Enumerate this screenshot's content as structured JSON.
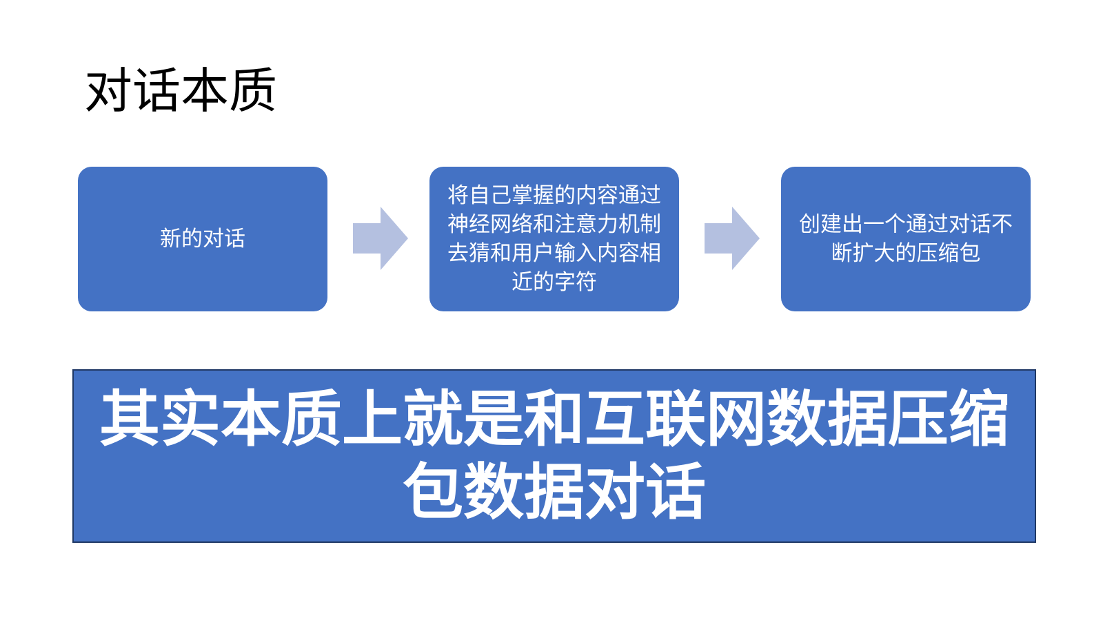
{
  "slide": {
    "title": "对话本质",
    "steps": [
      {
        "text": "新的对话"
      },
      {
        "text": "将自己掌握的内容通过神经网络和注意力机制去猜和用户输入内容相近的字符"
      },
      {
        "text": "创建出一个通过对话不断扩大的压缩包"
      }
    ],
    "summary": "其实本质上就是和互联网数据压缩包数据对话",
    "colors": {
      "box_fill": "#4472c4",
      "arrow_fill": "#b4c0e0",
      "summary_border": "#1f3864",
      "text_on_box": "#ffffff"
    }
  }
}
